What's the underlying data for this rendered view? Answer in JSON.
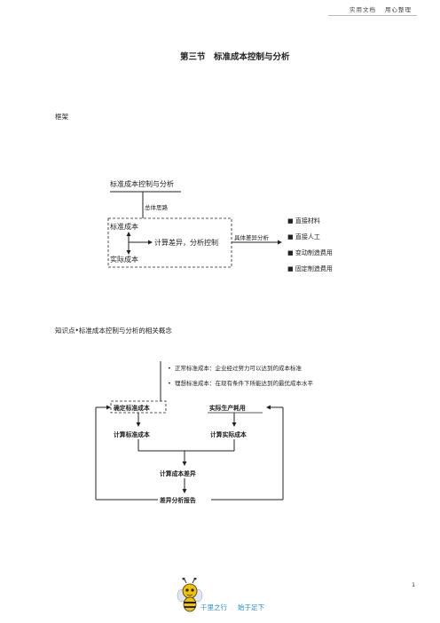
{
  "header": {
    "left": "实用文档",
    "right": "用心整理"
  },
  "title": "第三节　标准成本控制与分析",
  "section1": {
    "heading": "框架"
  },
  "diagram1": {
    "top_box": "标准成本控制与分析",
    "overall": "总体思路",
    "standard_cost": "标准成本",
    "actual_cost": "实际成本",
    "calc": "计算差异，分析控制",
    "specific": "具体差异分析",
    "bullets": [
      "直接材料",
      "直接人工",
      "变动制造费用",
      "固定制造费用"
    ]
  },
  "section2": {
    "heading": "知识点•标准成本控制与分析的相关概念"
  },
  "diagram2": {
    "bullets": [
      "正常标准成本：企业经过努力可以达到的成本标准",
      "理想标准成本：在现有条件下所能达到的最优成本水平"
    ],
    "determine": "确定标准成本",
    "actual_consumption": "实际生产耗用",
    "calc_standard": "计算标准成本",
    "calc_actual": "计算实际成本",
    "calc_variance": "计算成本差异",
    "report": "差异分析报告"
  },
  "footer": {
    "slogan_left": "千里之行",
    "slogan_right": "始于足下",
    "page": "1"
  }
}
